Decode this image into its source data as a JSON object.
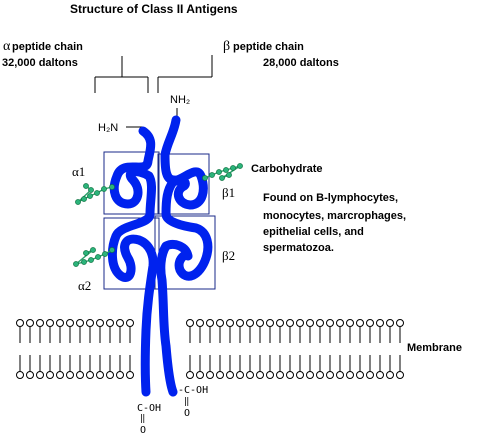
{
  "title": "Structure of Class II Antigens",
  "alpha_chain": {
    "symbol": "α",
    "label": "peptide chain",
    "mass": "32,000 daltons"
  },
  "beta_chain": {
    "symbol": "β",
    "label": "peptide chain",
    "mass": "28,000 daltons"
  },
  "terminals": {
    "alpha_n": "H₂N",
    "beta_n": "NH₂",
    "alpha_c": [
      "C-OH",
      "‖",
      "O"
    ],
    "beta_c": [
      "-C-OH",
      "‖",
      "O"
    ]
  },
  "domains": {
    "alpha1": "α1",
    "alpha2": "α2",
    "beta1": "β1",
    "beta2": "β2"
  },
  "carbohydrate_label": "Carbohydrate",
  "found_on": [
    "Found on B-lymphocytes,",
    "monocytes, marcrophages,",
    "epithelial cells, and",
    "spermatozoa."
  ],
  "membrane_label": "Membrane",
  "colors": {
    "chain": "#0022ee",
    "carbohydrate": "#2bb37a",
    "domain_box": "#1a2a88"
  }
}
